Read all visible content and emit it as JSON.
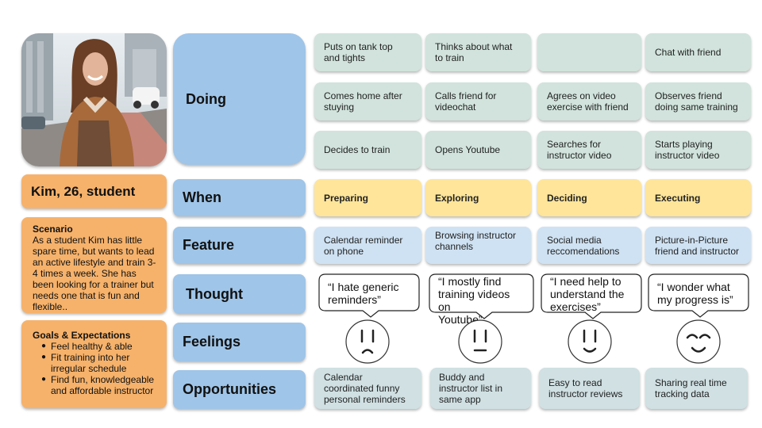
{
  "persona": {
    "name": "Kim, 26, student",
    "scenario_title": "Scenario",
    "scenario_text": "As a student Kim has little spare time, but wants to lead an active lifestyle and train 3-4 times a week. She has been looking for a trainer but needs one that is fun and flexible..",
    "goals_title": "Goals & Expectations",
    "goals": [
      "Feel healthy & able",
      "Fit training into her irregular schedule",
      "Find fun, knowledgeable and affordable instructor"
    ]
  },
  "rows": {
    "doing": "Doing",
    "when": "When",
    "feature": "Feature",
    "thought": "Thought",
    "feelings": "Feelings",
    "opportunities": "Opportunities"
  },
  "doing": [
    [
      "Puts on tank top\nand tights",
      "Thinks about what\nto train",
      "",
      "Chat with friend"
    ],
    [
      "Comes home after\nstuying",
      "Calls friend for\nvideochat",
      "Agrees on video\nexercise with friend",
      "Observes friend\ndoing same training"
    ],
    [
      "Decides to train",
      "Opens Youtube",
      "Searches for\ninstructor video",
      "Starts playing\ninstructor video"
    ]
  ],
  "phases": [
    "Preparing",
    "Exploring",
    "Deciding",
    "Executing"
  ],
  "features": [
    "Calendar reminder\non phone",
    "Browsing instructor\nchannels",
    "Social media\nreccomendations",
    "Picture-in-Picture\nfriend and instructor"
  ],
  "thoughts": [
    "“I hate generic\nreminders”",
    "“I mostly find\ntraining videos on\nYoutube”",
    "“I need help to\nunderstand the\nexercises”",
    "“I wonder what\nmy progress is”"
  ],
  "feelings": [
    "sad-face-icon",
    "neutral-face-icon",
    "smiling-face-icon",
    "happy-face-icon"
  ],
  "opportunities": [
    "Calendar\ncoordinated funny\npersonal reminders",
    "Buddy and\ninstructor list in\nsame app",
    "Easy to read\ninstructor reviews",
    "Sharing real time\ntracking data"
  ],
  "colors": {
    "persona_orange": "#f6b26b",
    "row_label_blue": "#9fc5e8",
    "doing_green": "#d1e3dc",
    "phase_yellow": "#ffe599",
    "feature_blue": "#cfe2f3",
    "opportunity_gray_blue": "#d0e0e3"
  }
}
